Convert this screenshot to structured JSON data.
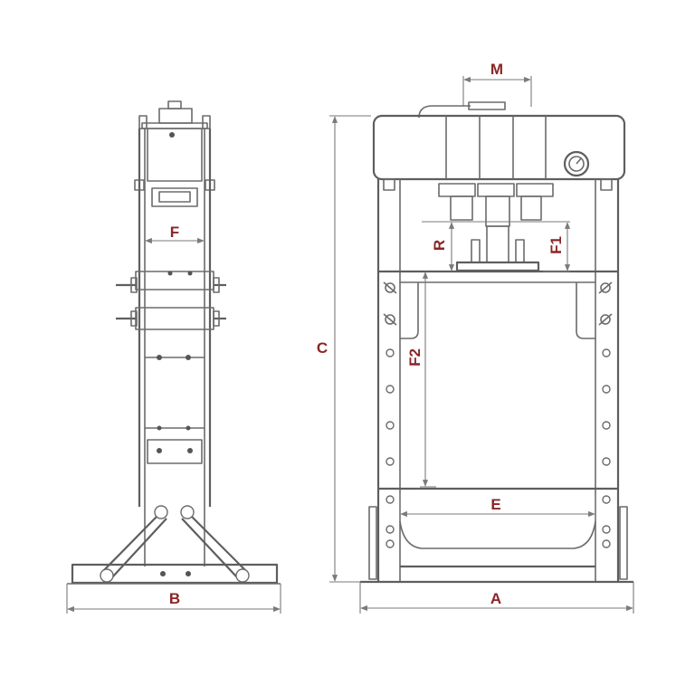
{
  "labels": {
    "m": "M",
    "c": "C",
    "r": "R",
    "f1": "F1",
    "f2": "F2",
    "e": "E",
    "a": "A",
    "b": "B",
    "f": "F"
  },
  "colors": {
    "label": "#8b2525",
    "line": "#6b6b6b",
    "background": "#ffffff"
  }
}
